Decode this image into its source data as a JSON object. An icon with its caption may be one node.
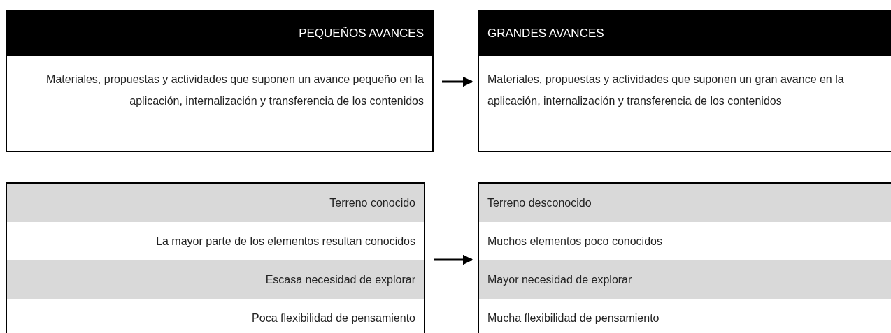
{
  "diagram": {
    "nodes": [
      {
        "text": [
          "PEQUEÑOS AVANCES",
          "Materiales, propuestas y actividades que suponen un avance pequeño en la aplicación, internalización y transferencia de los contenidos"
        ]
      },
      {
        "text": [
          "GRANDES AVANCES",
          "Materiales, propuestas y actividades que suponen un gran avance en la aplicación, internalización y transferencia de los contenidos"
        ]
      },
      {
        "text": [
          "Terreno conocido",
          "La mayor parte de los elementos resultan conocidos",
          "Escasa necesidad de explorar",
          "Poca flexibilidad de pensamiento"
        ]
      },
      {
        "text": [
          "Terreno desconocido",
          "Muchos elementos poco conocidos",
          "Mayor necesidad de explorar",
          "Mucha flexibilidad de pensamiento"
        ]
      }
    ],
    "edges": [
      {
        "from": 0,
        "to": 1,
        "arrow": "to"
      },
      {
        "from": 2,
        "to": 3,
        "arrow": "to"
      }
    ]
  }
}
